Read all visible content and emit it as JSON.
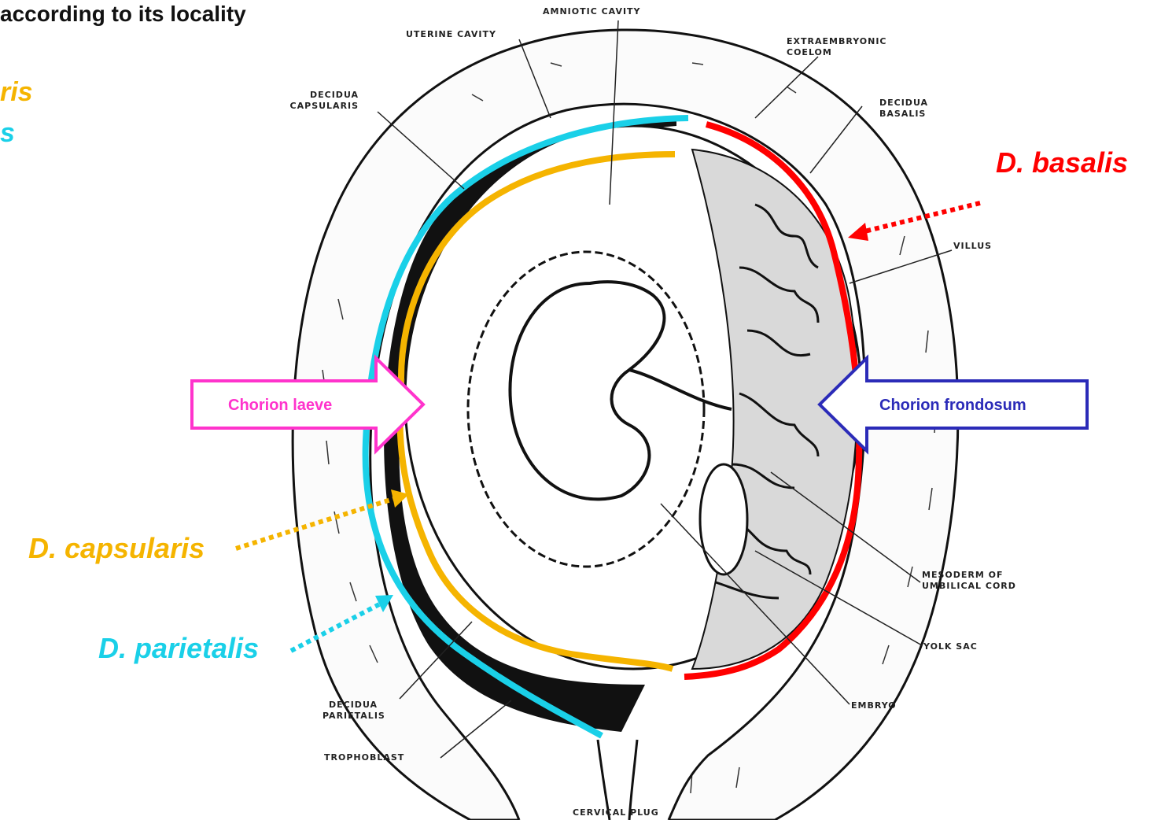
{
  "heading": "according to its locality",
  "clipped_labels": [
    "ris",
    "s"
  ],
  "labels": {
    "basalis": "D. basalis",
    "capsularis": "D. capsularis",
    "parietalis": "D. parietalis"
  },
  "arrows": {
    "laeve": "Chorion laeve",
    "frondosum": "Chorion frondosum"
  },
  "figure_labels": {
    "amniotic_cavity": "AMNIOTIC CAVITY",
    "uterine_cavity": "UTERINE CAVITY",
    "extraembryonic_line1": "EXTRAEMBRYONIC",
    "extraembryonic_line2": "COELOM",
    "decidua_capsularis_line1": "DECIDUA",
    "decidua_capsularis_line2": "CAPSULARIS",
    "decidua_basalis_line1": "DECIDUA",
    "decidua_basalis_line2": "BASALIS",
    "villus": "VILLUS",
    "mesoderm_line1": "MESODERM OF",
    "mesoderm_line2": "UMBILICAL CORD",
    "yolk_sac": "YOLK SAC",
    "embryo": "EMBRYO",
    "decidua_parietalis_line1": "DECIDUA",
    "decidua_parietalis_line2": "PARIETALIS",
    "trophoblast": "TROPHOBLAST",
    "cervical_plug": "CERVICAL PLUG"
  },
  "colors": {
    "basalis": "#ff0000",
    "capsularis": "#f5b400",
    "parietalis": "#1ad0e8",
    "laeve": "#ff33cc",
    "frondosum": "#2b2bb8"
  }
}
